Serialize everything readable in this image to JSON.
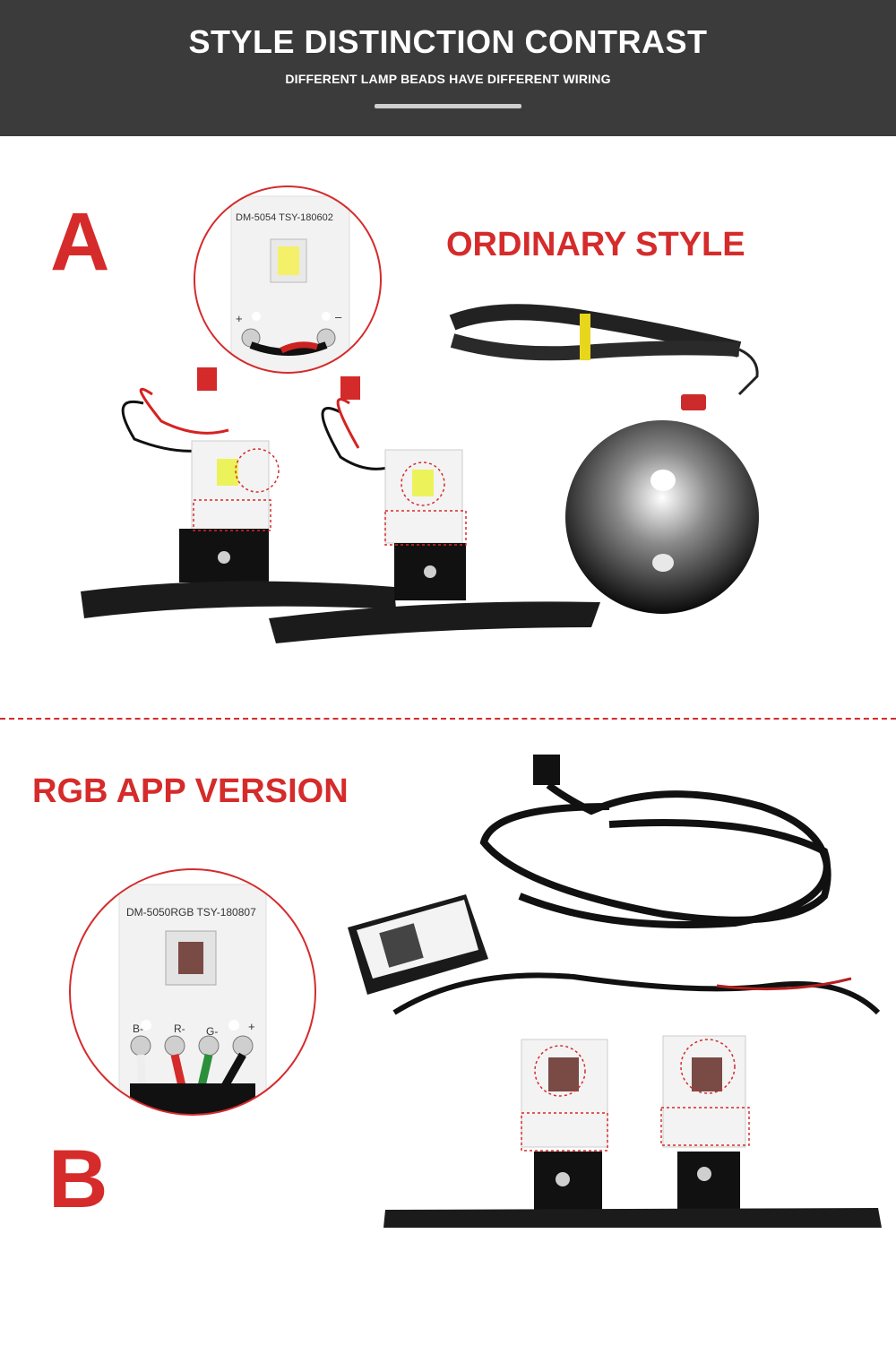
{
  "header": {
    "title": "STYLE DISTINCTION CONTRAST",
    "subtitle": "DIFFERENT LAMP BEADS HAVE DIFFERENT WIRING"
  },
  "section_a": {
    "letter": "A",
    "title": "ORDINARY STYLE",
    "board_label": "DM-5054 TSY-180602",
    "plus": "+",
    "minus": "–"
  },
  "section_b": {
    "letter": "B",
    "title": "RGB APP VERSION",
    "board_label": "DM-5050RGB  TSY-180807",
    "pin_b": "B-",
    "pin_r": "R-",
    "pin_g": "G-",
    "pin_plus": "+"
  },
  "colors": {
    "accent": "#d52b2b",
    "header_bg": "#3b3b3b",
    "white": "#ffffff"
  }
}
